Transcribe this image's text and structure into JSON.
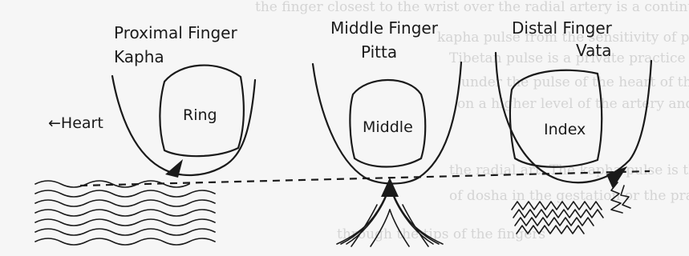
{
  "fingers": [
    {
      "title": "Proximal Finger",
      "dosha": "Kapha",
      "label": "Ring"
    },
    {
      "title": "Middle Finger",
      "dosha": "Pitta",
      "label": "Middle"
    },
    {
      "title": "Distal Finger",
      "dosha": "Vata",
      "label": "Index"
    }
  ],
  "heart_label": "←Heart",
  "background_text": [
    "the finger closest to the wrist over the radial artery is a continuous",
    "kapha pulse from the sensitivity of proximity to a group of carotids",
    "Tibetan pulse is a private practice for diagnosis and treatment, showing",
    "under the pulse of the heart of the artery and the right forearm, the",
    "on a higher level of the artery and the kapha causes a disorder in the",
    "the radial art. The kapha pulse is the regular and smooth pulse, equal",
    "of dosha in the gestation or the practicing of the pulse, thereby",
    "through the tips of the fingers"
  ]
}
